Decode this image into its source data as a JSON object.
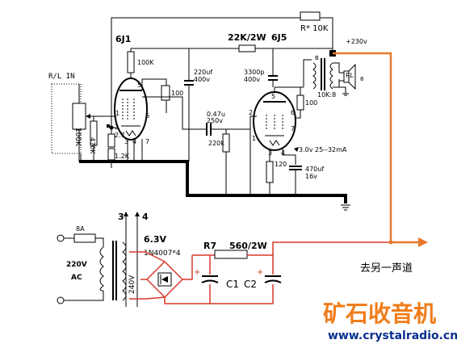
{
  "colors": {
    "wire": "#000000",
    "b_plus_wire": "#e8782a",
    "rectifier_wire": "#d63a2a",
    "brand_orange": "#f07c1a",
    "url_blue": "#0a2f8f"
  },
  "labels": {
    "rl_in": "R/L IN",
    "tube1": "6J1",
    "tube2": "6J5",
    "r_feedback": "R* 10K",
    "r_plate_load": "22K/2W",
    "b_plus": "+230v",
    "pot": "100K",
    "r_470k": "470K",
    "r_100k": "100K",
    "r_100_a": "100",
    "r_2_7": "2.7",
    "r_1_2k": "1.2K",
    "cap_220u": "220uf",
    "cap_220u_v": "400v",
    "cap_3300p": "3300p",
    "cap_3300p_v": "400v",
    "cap_047": "0.47u",
    "cap_047_v": "250v",
    "r_220k": "220k",
    "r_100_b": "100",
    "r_120": "120",
    "cap_470u": "470uf",
    "cap_470u_v": "16v",
    "bias_note": "3.0v 25--32mA",
    "transformer_ratio": "10K:8",
    "spk": "RL",
    "spk_ohm": "8",
    "ot_b": "B",
    "pin_1": "1",
    "pin_2": "2",
    "pin_3": "3",
    "pin_4": "4",
    "pin_5": "5",
    "pin_6": "6",
    "pin_7": "7",
    "heater_3": "3",
    "heater_4": "4",
    "fuse": "8A",
    "mains": "220V",
    "mains_ac": "AC",
    "heater_v": "6.3V",
    "diodes": "1N4007*4",
    "sec_v": "240V",
    "r7": "R7",
    "r7_val": "560/2W",
    "c1": "C1",
    "c2": "C2",
    "other_channel": "去另一声道",
    "brand": "矿石收音机",
    "url": "www.crystalradio.cn"
  }
}
